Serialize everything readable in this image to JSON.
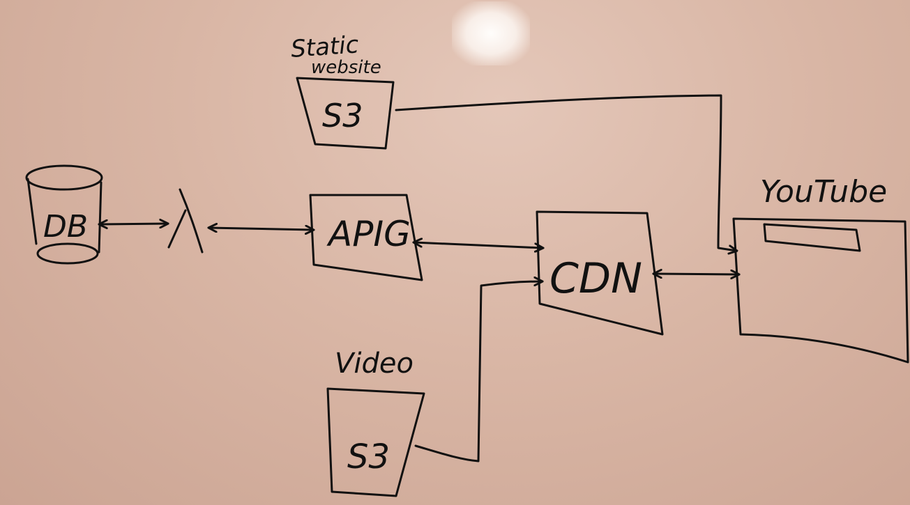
{
  "colors": {
    "board": "#d9b6a5",
    "ink": "#111111",
    "glare": "#fffdfb"
  },
  "nodes": {
    "static_website": {
      "caption_line1": "Static",
      "caption_line2": "website",
      "label": "S3"
    },
    "db": {
      "label": "DB"
    },
    "api_gateway": {
      "label": "APIG"
    },
    "cdn": {
      "label": "CDN"
    },
    "video": {
      "caption": "Video",
      "label": "S3"
    },
    "youtube": {
      "caption": "YouTube"
    }
  },
  "edges": [
    {
      "from": "db",
      "to": "lambda",
      "direction": "both"
    },
    {
      "from": "lambda",
      "to": "api_gateway",
      "direction": "both"
    },
    {
      "from": "api_gateway",
      "to": "cdn",
      "direction": "both"
    },
    {
      "from": "video",
      "to": "cdn",
      "direction": "to"
    },
    {
      "from": "cdn",
      "to": "youtube",
      "direction": "both"
    },
    {
      "from": "static_website",
      "to": "youtube",
      "direction": "to"
    }
  ]
}
